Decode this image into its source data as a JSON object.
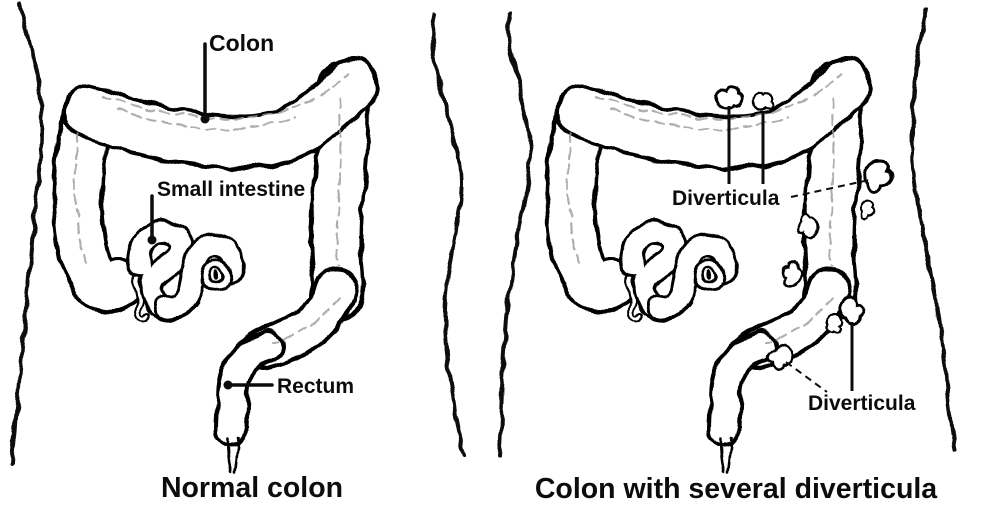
{
  "figure": {
    "background_color": "#ffffff",
    "ink_color": "#000000",
    "shading_color": "#9a9a9a",
    "left_panel": {
      "caption": "Normal colon",
      "labels": {
        "colon": "Colon",
        "small_intestine": "Small intestine",
        "rectum": "Rectum"
      }
    },
    "right_panel": {
      "caption": "Colon with several diverticula",
      "labels": {
        "diverticula_upper": "Diverticula",
        "diverticula_lower": "Diverticula"
      }
    }
  }
}
